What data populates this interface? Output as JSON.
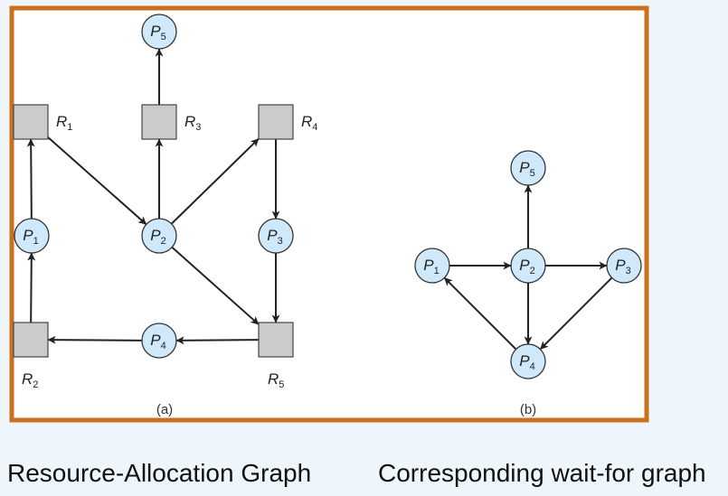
{
  "colors": {
    "frame": "#cc6f1c",
    "panel": "#ffffff",
    "process_fill": "#cfe9fb",
    "process_stroke": "#333333",
    "resource_fill": "#cbcbcb",
    "resource_stroke": "#444444",
    "edge": "#222222"
  },
  "graph_a": {
    "sublabel": "(a)",
    "processes": [
      {
        "id": "P1",
        "letter": "P",
        "sub": "1"
      },
      {
        "id": "P2",
        "letter": "P",
        "sub": "2"
      },
      {
        "id": "P3",
        "letter": "P",
        "sub": "3"
      },
      {
        "id": "P4",
        "letter": "P",
        "sub": "4"
      },
      {
        "id": "P5",
        "letter": "P",
        "sub": "5"
      }
    ],
    "resources": [
      {
        "id": "R1",
        "letter": "R",
        "sub": "1"
      },
      {
        "id": "R2",
        "letter": "R",
        "sub": "2"
      },
      {
        "id": "R3",
        "letter": "R",
        "sub": "3"
      },
      {
        "id": "R4",
        "letter": "R",
        "sub": "4"
      },
      {
        "id": "R5",
        "letter": "R",
        "sub": "5"
      }
    ],
    "edges": [
      {
        "from": "R3",
        "to": "P5"
      },
      {
        "from": "P1",
        "to": "R1"
      },
      {
        "from": "R2",
        "to": "P1"
      },
      {
        "from": "R1",
        "to": "P2"
      },
      {
        "from": "P2",
        "to": "R3"
      },
      {
        "from": "P2",
        "to": "R4"
      },
      {
        "from": "R4",
        "to": "P3"
      },
      {
        "from": "P3",
        "to": "R5"
      },
      {
        "from": "P2",
        "to": "R5"
      },
      {
        "from": "R5",
        "to": "P4"
      },
      {
        "from": "P4",
        "to": "R2"
      }
    ]
  },
  "graph_b": {
    "sublabel": "(b)",
    "processes": [
      {
        "id": "P1",
        "letter": "P",
        "sub": "1"
      },
      {
        "id": "P2",
        "letter": "P",
        "sub": "2"
      },
      {
        "id": "P3",
        "letter": "P",
        "sub": "3"
      },
      {
        "id": "P4",
        "letter": "P",
        "sub": "4"
      },
      {
        "id": "P5",
        "letter": "P",
        "sub": "5"
      }
    ],
    "edges": [
      {
        "from": "P1",
        "to": "P2"
      },
      {
        "from": "P2",
        "to": "P3"
      },
      {
        "from": "P2",
        "to": "P5"
      },
      {
        "from": "P2",
        "to": "P4"
      },
      {
        "from": "P3",
        "to": "P4"
      },
      {
        "from": "P4",
        "to": "P1"
      }
    ]
  },
  "captions": {
    "left": "Resource-Allocation Graph",
    "right": "Corresponding wait-for graph"
  }
}
